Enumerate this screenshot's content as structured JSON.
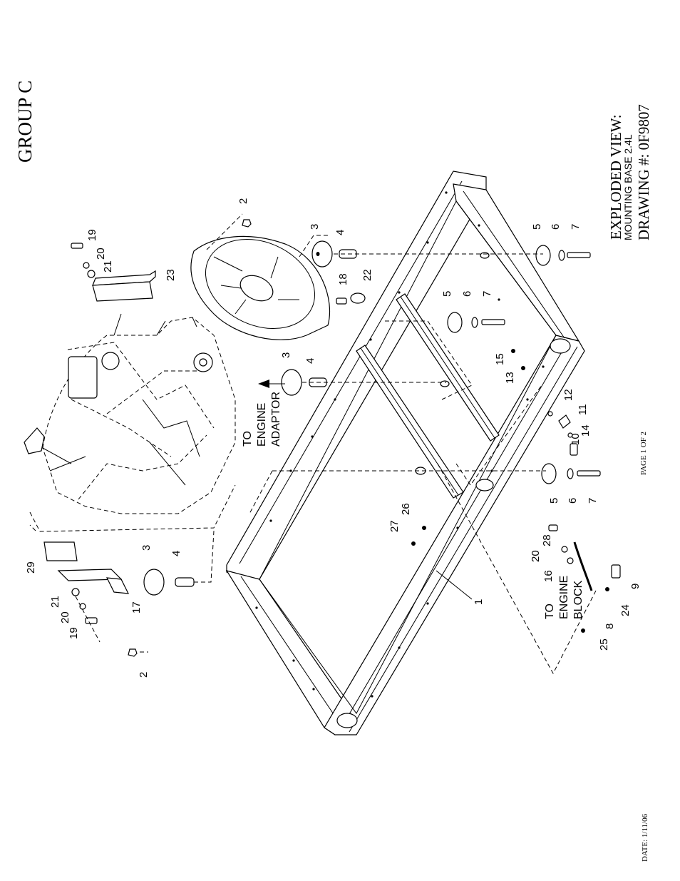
{
  "header": {
    "group": "GROUP C"
  },
  "title_block": {
    "title": "EXPLODED VIEW:",
    "subtitle": "MOUNTING BASE 2.4L",
    "drawing_number": "DRAWING #: 0F9807"
  },
  "footer": {
    "page": "PAGE 1 OF 2",
    "date": "DATE: 1/11/06"
  },
  "notes": {
    "engine_adaptor": [
      "TO",
      "ENGINE",
      "ADAPTOR"
    ],
    "engine_block": [
      "TO",
      "ENGINE",
      "BLOCK"
    ]
  },
  "callouts": [
    "1",
    "2",
    "2",
    "3",
    "3",
    "3",
    "4",
    "4",
    "4",
    "5",
    "5",
    "5",
    "6",
    "6",
    "6",
    "7",
    "7",
    "7",
    "8",
    "9",
    "10",
    "11",
    "12",
    "13",
    "14",
    "15",
    "16",
    "17",
    "18",
    "19",
    "19",
    "20",
    "20",
    "20",
    "21",
    "21",
    "22",
    "23",
    "24",
    "25",
    "26",
    "27",
    "28",
    "29"
  ]
}
